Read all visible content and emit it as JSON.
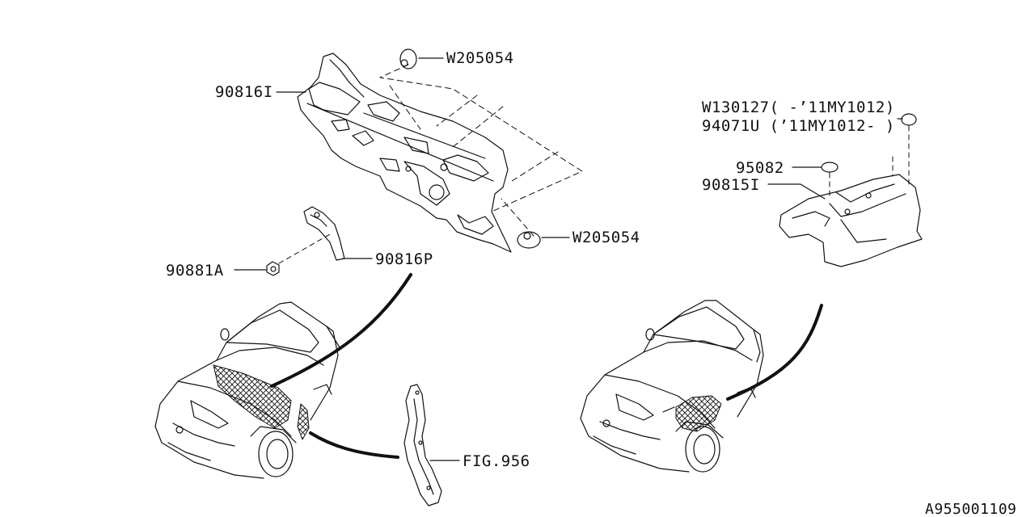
{
  "callouts": {
    "p90816I": "90816I",
    "w205054_top": "W205054",
    "w205054_mid": "W205054",
    "p90816P": "90816P",
    "p90881A": "90881A",
    "fig956": "FIG.956",
    "w130127": "W130127( -’11MY1012)",
    "p94071U": "94071U (’11MY1012- )",
    "p95082": "95082",
    "p90815I": "90815I"
  },
  "diagram_code": "A955001109",
  "colors": {
    "line": "#111111",
    "background": "#ffffff"
  }
}
